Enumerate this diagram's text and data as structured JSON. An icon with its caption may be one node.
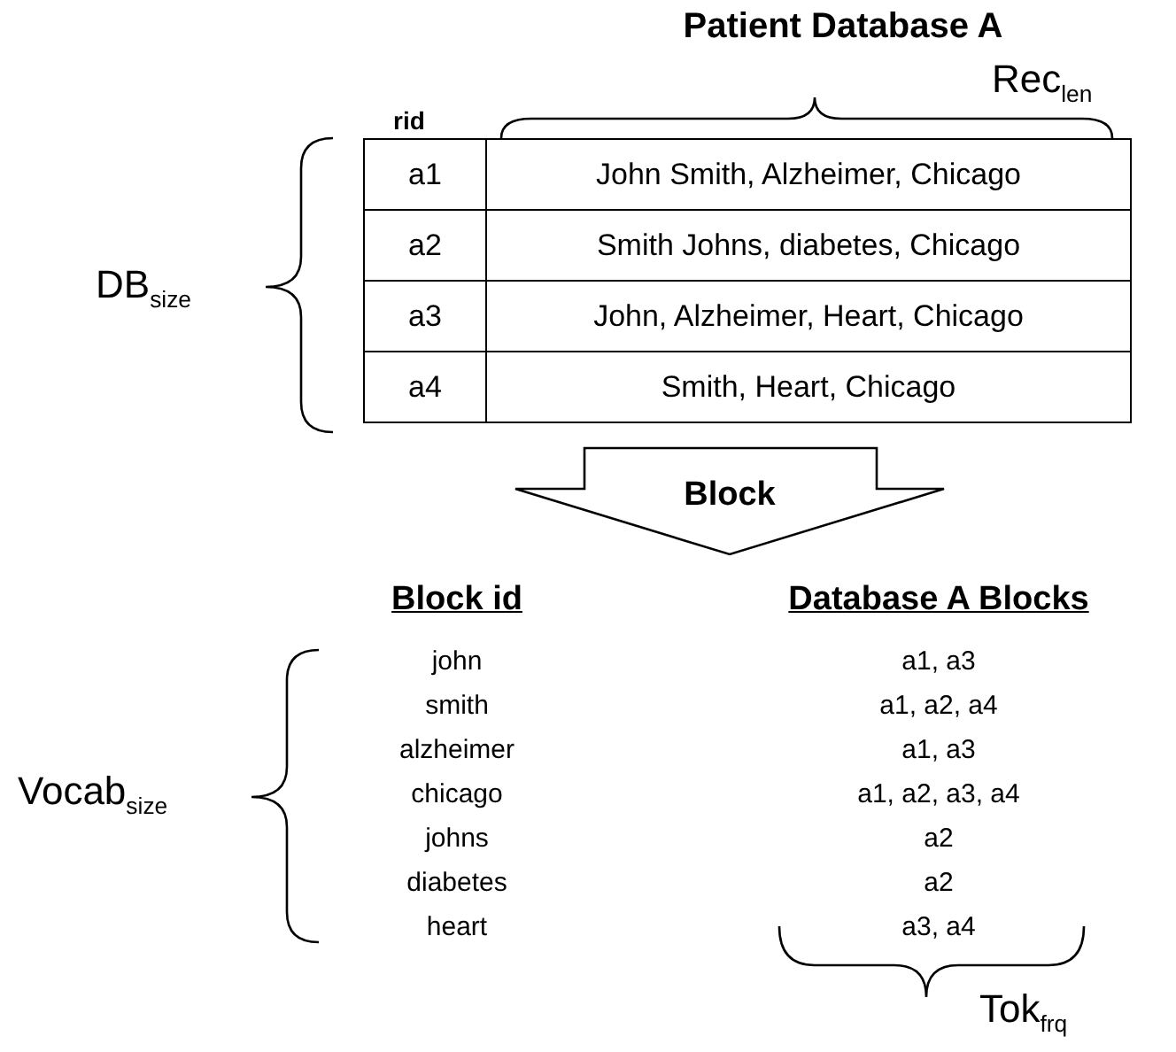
{
  "diagram": {
    "title": "Patient Database A",
    "nodes": [
      {
        "text": [
          "Block"
        ]
      }
    ],
    "labels": [
      "Rec$_{len}$",
      "rid",
      "DB$_{size}$",
      "a1",
      "John Smith, Alzheimer, Chicago",
      "a2",
      "Smith Johns, diabetes, Chicago",
      "a3",
      "John, Alzheimer, Heart, Chicago",
      "a4",
      "Smith, Heart, Chicago",
      "Block id",
      "Database A Blocks",
      "john",
      "a1, a3",
      "smith",
      "a1, a2, a4",
      "alzheimer",
      "a1, a3",
      "chicago",
      "a1, a2, a3, a4",
      "johns",
      "a2",
      "diabetes",
      "a2",
      "heart",
      "a3, a4",
      "Vocab$_{size}$",
      "Tok$_{frq}$"
    ]
  }
}
